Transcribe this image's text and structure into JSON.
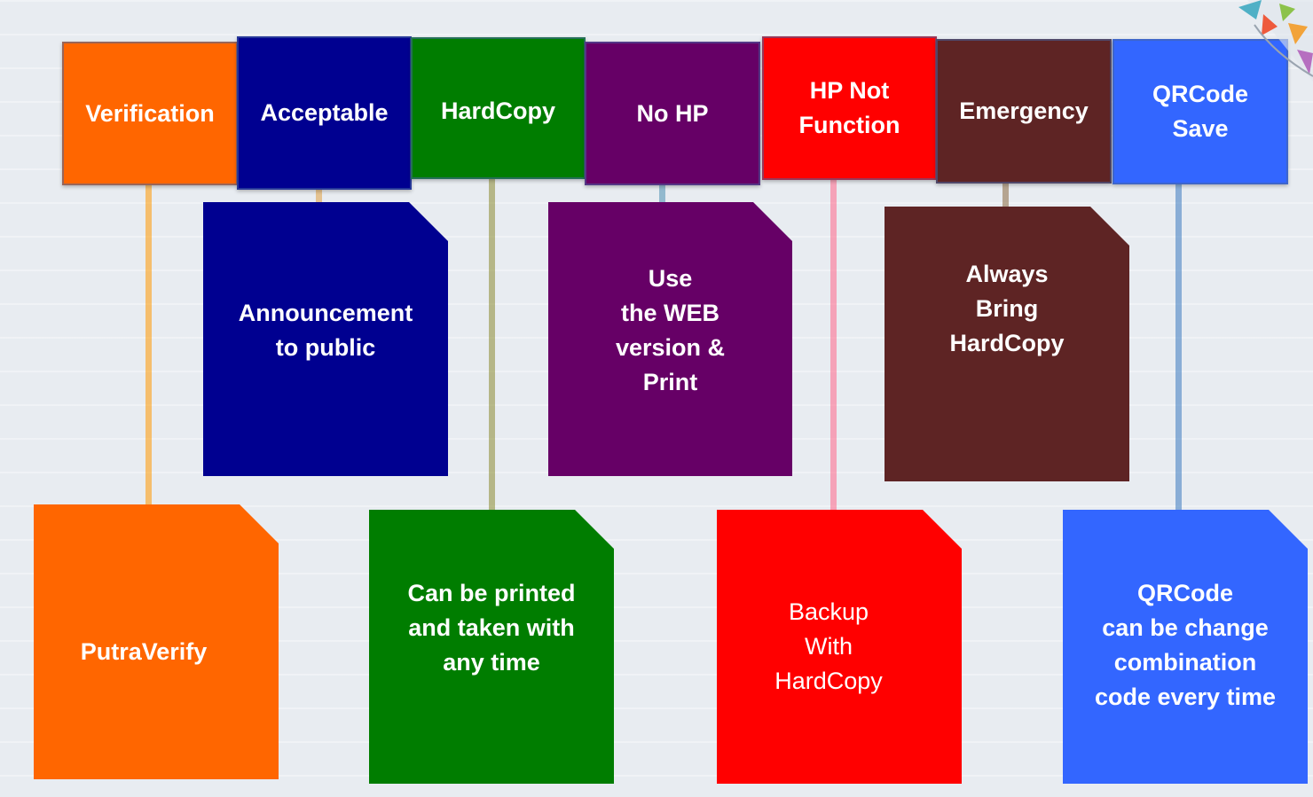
{
  "headers": [
    {
      "id": "verification",
      "label": "Verification",
      "color": "#ff6600"
    },
    {
      "id": "acceptable",
      "label": "Acceptable",
      "color": "#000090"
    },
    {
      "id": "hardcopy",
      "label": "HardCopy",
      "color": "#007d00"
    },
    {
      "id": "no-hp",
      "label": "No HP",
      "color": "#660066"
    },
    {
      "id": "hp-not-function",
      "label": "HP Not\nFunction",
      "color": "#ff0000"
    },
    {
      "id": "emergency",
      "label": "Emergency",
      "color": "#5e2424"
    },
    {
      "id": "qrcode-save",
      "label": "QRCode\nSave",
      "color": "#3366ff"
    }
  ],
  "notes": [
    {
      "id": "announcement",
      "text": "Announcement\nto public",
      "color": "#000090"
    },
    {
      "id": "use-web",
      "text": "Use\nthe WEB\nversion &\nPrint",
      "color": "#660066"
    },
    {
      "id": "always-bring",
      "text": "Always\nBring\nHardCopy",
      "color": "#5e2424"
    },
    {
      "id": "putraverify",
      "text": "PutraVerify",
      "color": "#ff6600"
    },
    {
      "id": "can-be-printed",
      "text": "Can be printed\nand taken with\nany time",
      "color": "#007d00"
    },
    {
      "id": "backup",
      "text": "Backup\nWith\nHardCopy",
      "color": "#ff0000"
    },
    {
      "id": "qrcode-change",
      "text": "QRCode\ncan be change\ncombination\ncode every time",
      "color": "#3366ff"
    }
  ]
}
